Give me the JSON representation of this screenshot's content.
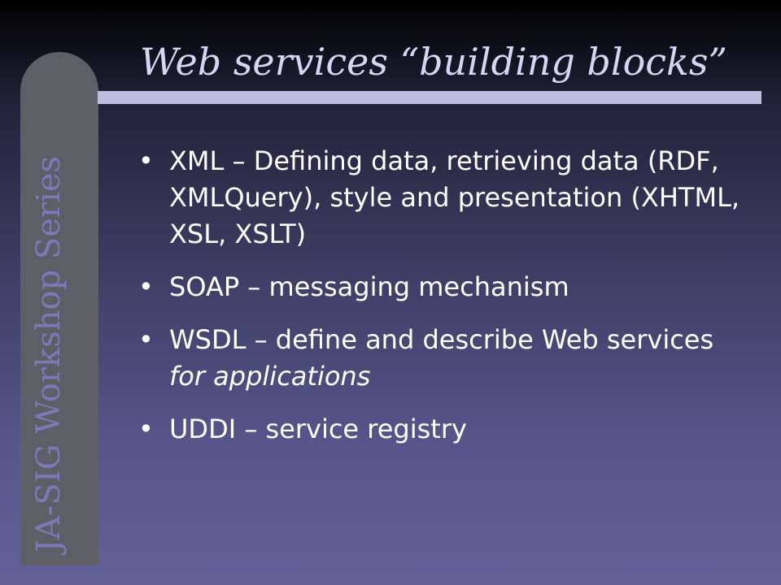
{
  "slide": {
    "series_label": "JA-SIG Workshop Series",
    "title": "Web services “building blocks”",
    "bullets": [
      {
        "text": "XML – Defining data, retrieving data (RDF, XMLQuery), style and presentation (XHTML, XSL, XSLT)"
      },
      {
        "text": "SOAP – messaging mechanism"
      },
      {
        "text": "WSDL – define and describe Web services ",
        "em": "for applications"
      },
      {
        "text": "UDDI – service registry"
      }
    ],
    "bullet_glyph": "•"
  },
  "colors": {
    "title": "#d6d6f4",
    "side_text": "#7a7ab8",
    "side_bar": "#5e5e66",
    "rule": "#bdbde0",
    "body_text": "#ffffff"
  }
}
